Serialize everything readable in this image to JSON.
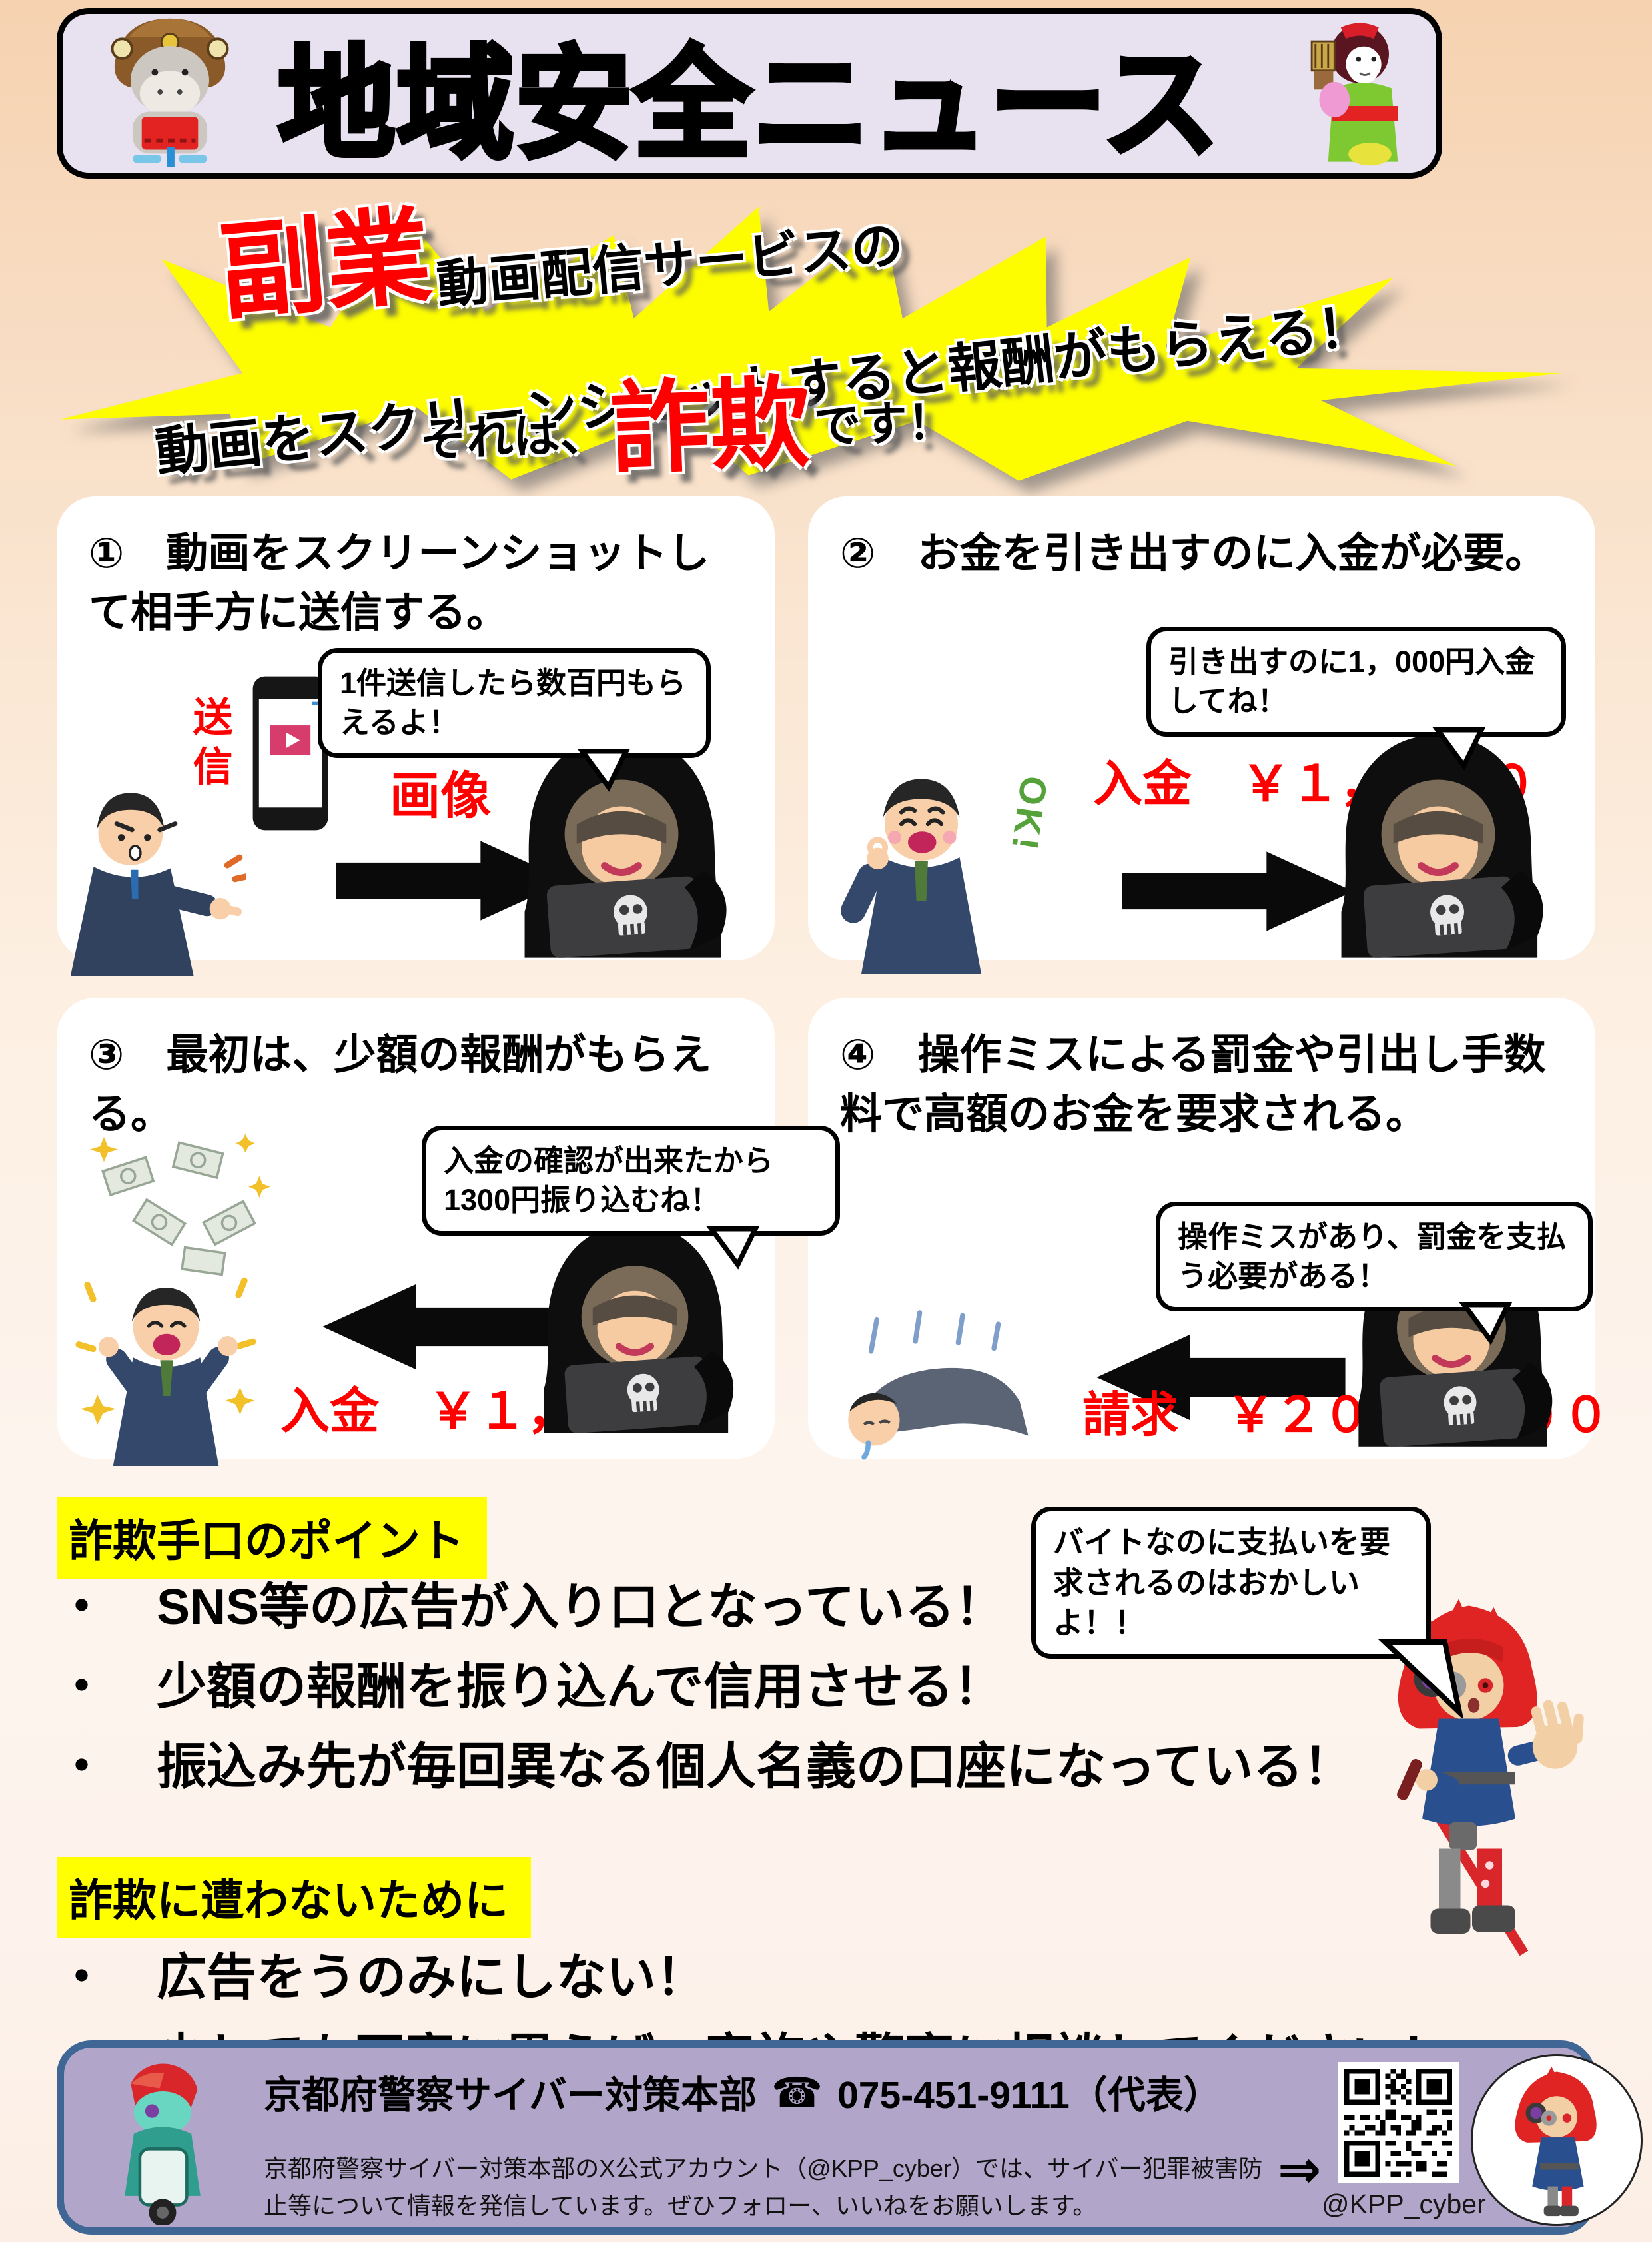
{
  "header": {
    "title": "地域安全ニュース"
  },
  "banner": {
    "sub1_red": "副業",
    "sub1_black": "動画配信サービスの",
    "line2": "動画をスクリーンショットすると報酬がもらえる！",
    "line3_pre": "それは、",
    "line3_red": "詐欺",
    "line3_post": "です！"
  },
  "steps": [
    {
      "title": "①　動画をスクリーンショットして相手方に送信する。",
      "bubble": "1件送信したら数百円もらえるよ！",
      "send_label": "送信",
      "image_label": "画像"
    },
    {
      "title": "②　お金を引き出すのに入金が必要。",
      "bubble": "引き出すのに1，000円入金してね！",
      "ok_label": "OK!",
      "amount": "入金　￥１，０００"
    },
    {
      "title": "③　最初は、少額の報酬がもらえる。",
      "bubble": "入金の確認が出来たから1300円振り込むね！",
      "amount": "入金　￥１，３００"
    },
    {
      "title": "④　操作ミスによる罰金や引出し手数料で高額のお金を要求される。",
      "bubble": "操作ミスがあり、罰金を支払う必要がある！",
      "amount": "請求　￥２００，０００"
    }
  ],
  "points": {
    "heading": "詐欺手口のポイント",
    "items": [
      "・　SNS等の広告が入り口となっている！",
      "・　少額の報酬を振り込んで信用させる！",
      "・　振込み先が毎回異なる個人名義の口座になっている！"
    ]
  },
  "callout": {
    "text": "バイトなのに支払いを要求されるのはおかしいよ！！"
  },
  "prevention": {
    "heading": "詐欺に遭わないために",
    "items": [
      "・　広告をうのみにしない！",
      "・　少しでも不審に思えば、家族や警察に相談してください！"
    ]
  },
  "footer": {
    "org": "京都府警察サイバー対策本部",
    "phone_icon": "☎",
    "phone": "075‐451‐9111（代表）",
    "desc": "京都府警察サイバー対策本部のX公式アカウント（@KPP_cyber）では、サイバー犯罪被害防止等について情報を発信しています。ぜひフォロー、いいねをお願いします。",
    "arrow": "⇒",
    "handle": "@KPP_cyber"
  }
}
